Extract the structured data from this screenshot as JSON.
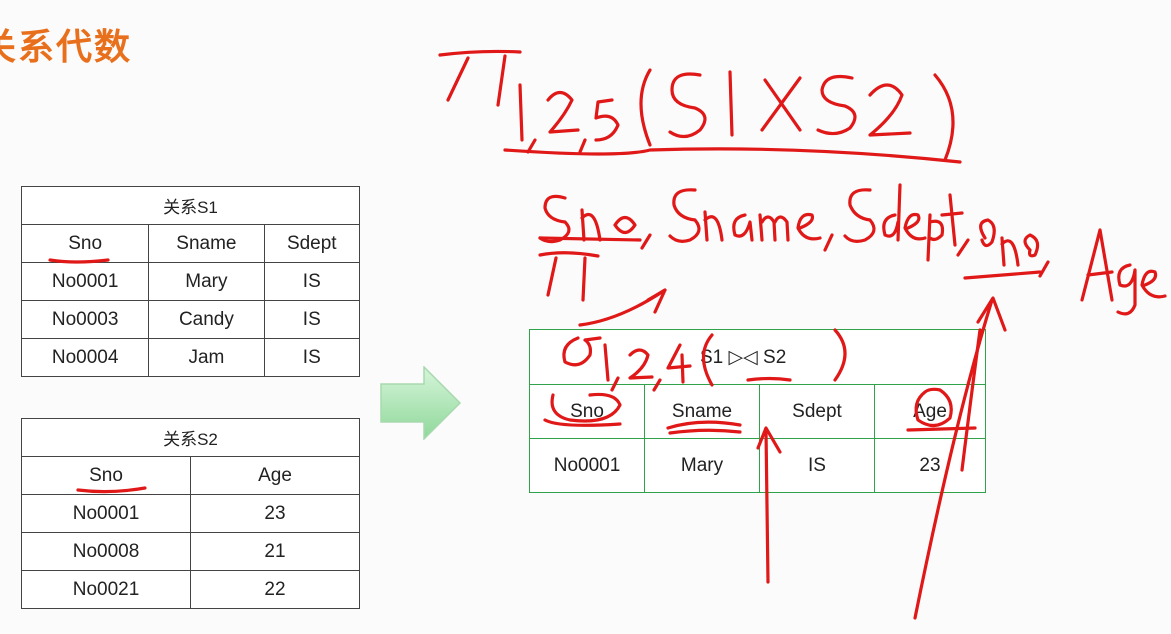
{
  "slide": {
    "title": "关系代数"
  },
  "s1": {
    "caption": "关系S1",
    "headers": [
      "Sno",
      "Sname",
      "Sdept"
    ],
    "rows": [
      [
        "No0001",
        "Mary",
        "IS"
      ],
      [
        "No0003",
        "Candy",
        "IS"
      ],
      [
        "No0004",
        "Jam",
        "IS"
      ]
    ]
  },
  "s2": {
    "caption": "关系S2",
    "headers": [
      "Sno",
      "Age"
    ],
    "rows": [
      [
        "No0001",
        "23"
      ],
      [
        "No0008",
        "21"
      ],
      [
        "No0021",
        "22"
      ]
    ]
  },
  "result": {
    "caption": "S1 ▷◁ S2",
    "headers": [
      "Sno",
      "Sname",
      "Sdept",
      "Age"
    ],
    "rows": [
      [
        "No0001",
        "Mary",
        "IS",
        "23"
      ]
    ]
  },
  "colors": {
    "title": "#e8701c",
    "ink": "#e01818",
    "result_border": "#2fa24a",
    "arrow": "#8fd89a"
  },
  "annotations": {
    "handwriting": [
      "π1,2,5(S1×S2)",
      "Sno, Sname, Sdept, Sno, Age",
      "π",
      "σ1,2,4("
    ]
  }
}
